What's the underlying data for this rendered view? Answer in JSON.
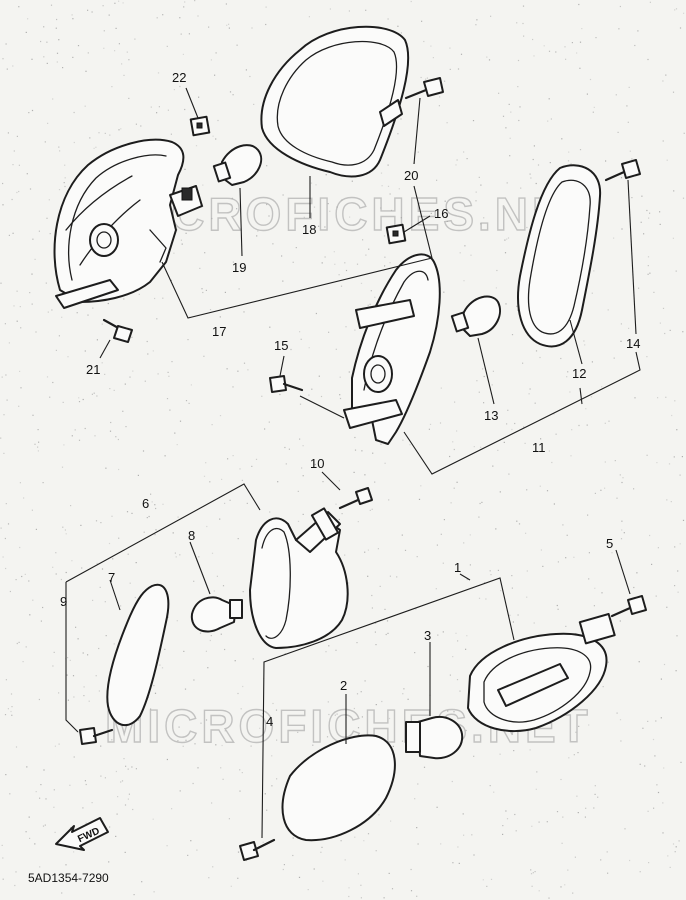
{
  "callouts": [
    {
      "id": "1",
      "label": "1"
    },
    {
      "id": "2",
      "label": "2"
    },
    {
      "id": "3",
      "label": "3"
    },
    {
      "id": "4",
      "label": "4"
    },
    {
      "id": "5",
      "label": "5"
    },
    {
      "id": "6",
      "label": "6"
    },
    {
      "id": "7",
      "label": "7"
    },
    {
      "id": "8",
      "label": "8"
    },
    {
      "id": "9",
      "label": "9"
    },
    {
      "id": "10",
      "label": "10"
    },
    {
      "id": "11",
      "label": "11"
    },
    {
      "id": "12",
      "label": "12"
    },
    {
      "id": "13",
      "label": "13"
    },
    {
      "id": "14",
      "label": "14"
    },
    {
      "id": "15",
      "label": "15"
    },
    {
      "id": "16",
      "label": "16"
    },
    {
      "id": "17",
      "label": "17"
    },
    {
      "id": "18",
      "label": "18"
    },
    {
      "id": "19",
      "label": "19"
    },
    {
      "id": "20",
      "label": "20"
    },
    {
      "id": "21",
      "label": "21"
    },
    {
      "id": "22",
      "label": "22"
    }
  ],
  "watermark": {
    "upper": "MICROFICHES.NET",
    "lower": "MICROFICHES.NET"
  },
  "fwd_badge": "FWD",
  "drawing_code": "5AD1354-7290"
}
